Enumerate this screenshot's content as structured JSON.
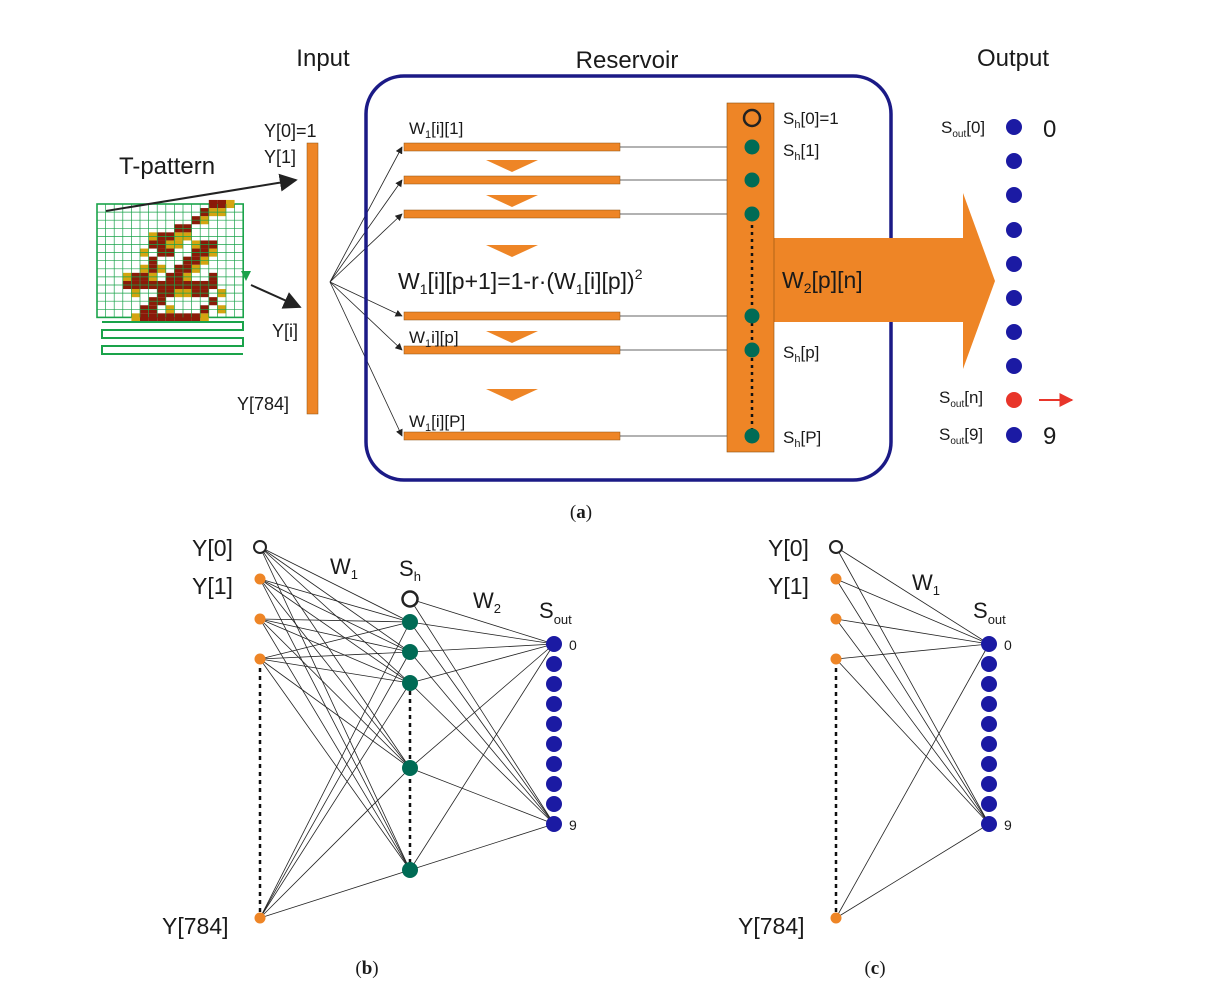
{
  "panel_a": {
    "input_header": "Input",
    "reservoir_header": "Reservoir",
    "output_header": "Output",
    "t_pattern_label": "T-pattern",
    "input_labels": {
      "y0": "Y[0]=1",
      "y1": "Y[1]",
      "yi": "Y[i]",
      "y784": "Y[784]"
    },
    "weight_labels": {
      "w1_i_1": {
        "base": "W",
        "sub": "1",
        "rest": "[i][1]"
      },
      "w1_i_p": {
        "base": "W",
        "sub": "1",
        "rest": "i][p]"
      },
      "w1_i_P": {
        "base": "W",
        "sub": "1",
        "rest": "[i][P]"
      }
    },
    "formula": {
      "a": "W",
      "a_sub": "1",
      "b": "[i][p+1]=1-r·(W",
      "b_sub": "1",
      "c": "[i][p])",
      "sup": "2"
    },
    "hidden_labels": {
      "sh0": {
        "base": "S",
        "sub": "h",
        "rest": "[0]=1"
      },
      "sh1": {
        "base": "S",
        "sub": "h",
        "rest": "[1]"
      },
      "shp": {
        "base": "S",
        "sub": "h",
        "rest": "[p]"
      },
      "shP": {
        "base": "S",
        "sub": "h",
        "rest": "[P]"
      }
    },
    "w2_label": {
      "base": "W",
      "sub": "2",
      "rest": "[p][n]"
    },
    "output_labels": {
      "sout0": {
        "base": "S",
        "sub": "out",
        "rest": "[0]"
      },
      "soutn": {
        "base": "S",
        "sub": "out",
        "rest": "[n]"
      },
      "sout9": {
        "base": "S",
        "sub": "out",
        "rest": "[9]"
      }
    },
    "digit_first": "0",
    "digit_last": "9",
    "caption": {
      "open": "(",
      "letter": "a",
      "close": ")"
    }
  },
  "panel_b": {
    "y0": "Y[0]",
    "y1": "Y[1]",
    "y784": "Y[784]",
    "w1": {
      "base": "W",
      "sub": "1"
    },
    "w2": {
      "base": "W",
      "sub": "2"
    },
    "sh": {
      "base": "S",
      "sub": "h"
    },
    "sout": {
      "base": "S",
      "sub": "out"
    },
    "out_first": "0",
    "out_last": "9",
    "caption": {
      "open": "(",
      "letter": "b",
      "close": ")"
    }
  },
  "panel_c": {
    "y0": "Y[0]",
    "y1": "Y[1]",
    "y784": "Y[784]",
    "w1": {
      "base": "W",
      "sub": "1"
    },
    "sout": {
      "base": "S",
      "sub": "out"
    },
    "out_first": "0",
    "out_last": "9",
    "caption": {
      "open": "(",
      "letter": "c",
      "close": ")"
    }
  },
  "colors": {
    "orange": "#ee8526",
    "teal": "#006b55",
    "navy": "#1b1aa3",
    "red": "#e8352a",
    "frame": "#1b1a86",
    "grid_green": "#1aa34a",
    "digit_dark": "#8a1a08",
    "digit_mid": "#d4a410"
  }
}
